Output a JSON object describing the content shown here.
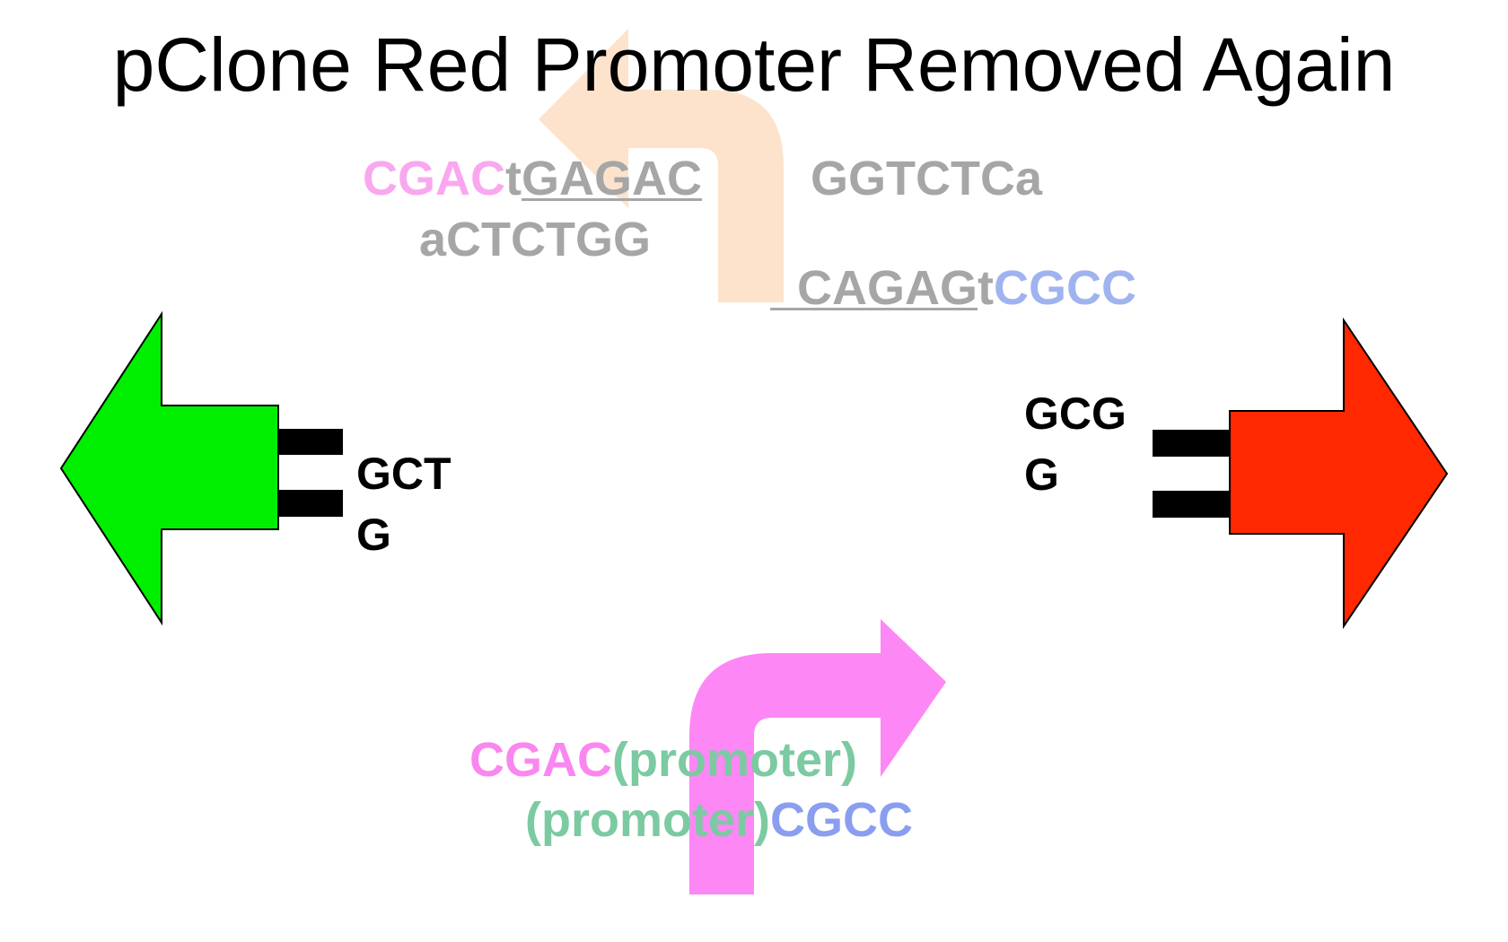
{
  "title": "pClone Red Promoter Removed Again",
  "colors": {
    "pink_overhang": "#f9a8f0",
    "gray_site": "#a6a6a6",
    "blue_overhang": "#9fb3ef",
    "promoter_green": "#7ccaa2",
    "pink_strong": "#fa87ef",
    "blue_strong": "#8a9ef0",
    "faded_arrow": "#fde3cc",
    "promoter_arrow": "#fd87f5",
    "green_gene": "#00ee00",
    "red_gene": "#ff2800"
  },
  "removed_site": {
    "top_strand": {
      "overhang": "CGAC",
      "linker": "t",
      "bsai_left": "GAGAC",
      "bsai_right": "GGTCTCa"
    },
    "bottom_strand": {
      "left": "aCTCTGG",
      "prefix": "  ",
      "bsai": "CAGAG",
      "linker": "t",
      "overhang": "CGCC"
    }
  },
  "promoter": {
    "top_strand": {
      "overhang": "CGAC",
      "label": "(promoter)"
    },
    "bottom_strand": {
      "label": "(promoter)",
      "overhang": "CGCC"
    }
  },
  "left_gene": {
    "overhang_top": "GCT",
    "overhang_bottom": "G"
  },
  "right_gene": {
    "overhang_top": "GCG",
    "overhang_bottom": "G"
  },
  "icons": {
    "faded_promoter": "bent-arrow-left-icon",
    "promoter": "bent-arrow-right-icon",
    "green_gene": "arrow-left-icon",
    "red_gene": "arrow-right-icon"
  }
}
